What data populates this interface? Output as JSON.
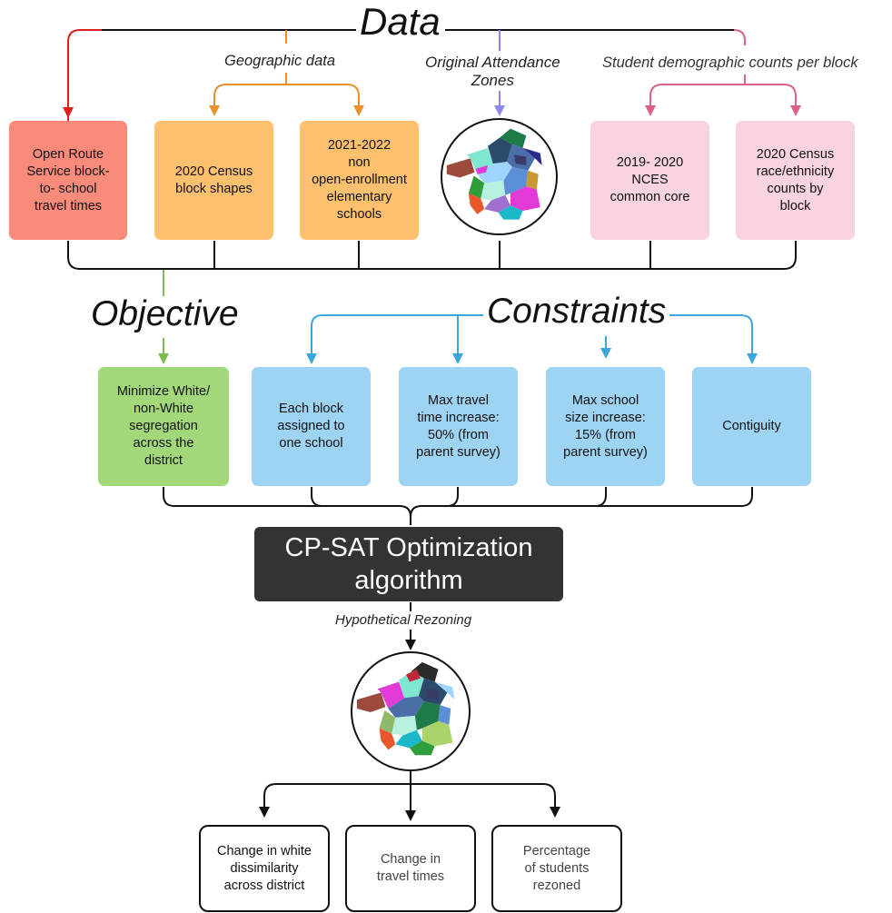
{
  "headings": {
    "data": "Data",
    "objective": "Objective",
    "constraints": "Constraints"
  },
  "labels": {
    "geographic": "Geographic data",
    "original_zones_line1": "Original  Attendance",
    "original_zones_line2": "Zones",
    "student_counts": "Student demographic counts per block",
    "hypothetical": "Hypothetical Rezoning"
  },
  "data_sources": [
    {
      "text": "Open Route\nService block-\nto- school\ntravel times",
      "color": "#fa8a79"
    },
    {
      "text": "2020 Census\nblock shapes",
      "color": "#fdc06e"
    },
    {
      "text": "2021-2022\nnon\nopen-enrollment\nelementary\nschools",
      "color": "#fdc06e"
    },
    {
      "text": "2019- 2020\nNCES\ncommon core",
      "color": "#f9d3de"
    },
    {
      "text": "2020 Census\nrace/ethnicity\ncounts by\nblock",
      "color": "#f9d3de"
    }
  ],
  "objective_box": {
    "text": "Minimize White/\nnon-White\nsegregation\nacross the\ndistrict",
    "color": "#a2d87a"
  },
  "constraints": [
    {
      "text": "Each block\nassigned to\none school"
    },
    {
      "text": "Max travel\ntime increase:\n50% (from\nparent survey)"
    },
    {
      "text": "Max school\nsize increase:\n15% (from\nparent survey)"
    },
    {
      "text": "Contiguity"
    }
  ],
  "algorithm": {
    "text": "CP-SAT Optimization\nalgorithm"
  },
  "outcomes": [
    {
      "text": "Change in white\ndissimilarity\nacross district"
    },
    {
      "text": "Change in\ntravel times"
    },
    {
      "text": "Percentage\nof students\nrezoned"
    }
  ],
  "colors": {
    "data_red_arrow": "#e02020",
    "data_orange_arrow": "#e8912d",
    "data_purple_arrow": "#8c88f0",
    "data_pink_arrow": "#dc5f8c",
    "objective_arrow": "#7dbd4e",
    "constraint_arrow": "#3da6dd",
    "connector": "#111111"
  }
}
